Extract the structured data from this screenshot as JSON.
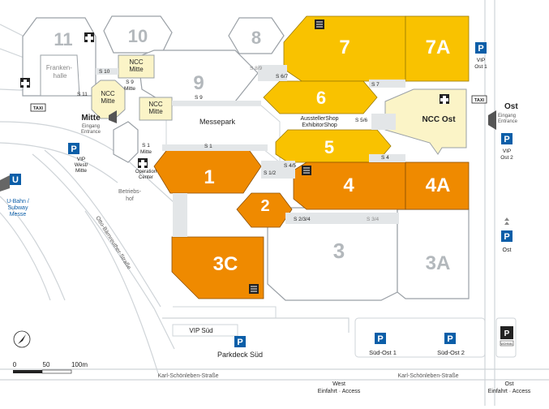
{
  "colors": {
    "background": "#ffffff",
    "street": "#f2f2f2",
    "street_line": "#cfd4d8",
    "hall_grey_fill": "#ffffff",
    "hall_grey_stroke": "#9aa0a6",
    "hall_grey_text": "#b3b8bc",
    "hall_yellow": "#f9c200",
    "hall_orange": "#ef8a00",
    "ncc_fill": "#fbf4c7",
    "parking_blue": "#0b5ea8",
    "text_dark": "#222222"
  },
  "halls": {
    "h11": "11",
    "h10": "10",
    "h8": "8",
    "h9": "9",
    "h7": "7",
    "h7a": "7A",
    "h6": "6",
    "h5": "5",
    "h4": "4",
    "h4a": "4A",
    "h1": "1",
    "h2": "2",
    "h3": "3",
    "h3a": "3A",
    "h3c": "3C"
  },
  "labels": {
    "frankenhalle": "Franken-\nhalle",
    "ncc_mitte_top": "NCC\nMitte",
    "ncc_mitte_left": "NCC\nMitte",
    "ncc_mitte_center": "NCC\nMitte",
    "ncc_ost": "NCC Ost",
    "messepark": "Messepark",
    "aussteller_shop": "AusstellerShop",
    "exhibitor_shop": "ExhibitorShop",
    "operation_center": "Operation\nCenter",
    "betriebshof": "Betriebs-\nhof",
    "mitte_entrance": "Mitte",
    "mitte_entrance_sub": "Eingang\nEntrance",
    "ost_entrance": "Ost",
    "ost_entrance_sub": "Eingang\nEntrance",
    "ubahn": "U-Bahn /\nSubway\nMesse",
    "otto_street": "Otto-Bärnreuther-Straße",
    "karl_street_left": "Karl-Schönleben-Straße",
    "karl_street_right": "Karl-Schönleben-Straße",
    "parkdeck_sued": "Parkdeck Süd",
    "vip_sued": "VIP Süd",
    "west_access": "West\nEinfahrt · Access",
    "ost_access": "Ost\nEinfahrt · Access",
    "parking_vip_west_mitte": "VIP\nWest/\nMitte",
    "parking_vip_ost1": "VIP\nOst 1",
    "parking_vip_ost2": "VIP\nOst 2",
    "parking_ost": "Ost",
    "parking_sued_ost1": "Süd-Ost 1",
    "parking_sued_ost2": "Süd-Ost 2",
    "taxi": "TAXI",
    "wohnmobil": "WOHNM.",
    "scale_0": "0",
    "scale_50": "50",
    "scale_100": "100m"
  },
  "passages": {
    "s11": "S 11",
    "s10": "S 10",
    "s9a": "S 9\nMitte",
    "s9b": "S 9",
    "s8_9": "S 8/9",
    "s6_7": "S 6/7",
    "s7": "S 7",
    "s5_6": "S 5/6",
    "s4": "S 4",
    "s4_5": "S 4/5",
    "s1_2": "S 1/2",
    "s1_top": "S 1",
    "s1_mitte": "S 1\nMitte",
    "s2_3_4": "S 2/3/4",
    "s3_4": "S 3/4"
  },
  "icons": [
    "first-aid-icon",
    "parking-icon",
    "taxi-icon",
    "subway-icon",
    "restaurant-icon",
    "compass-icon",
    "wohnmobil-icon"
  ]
}
